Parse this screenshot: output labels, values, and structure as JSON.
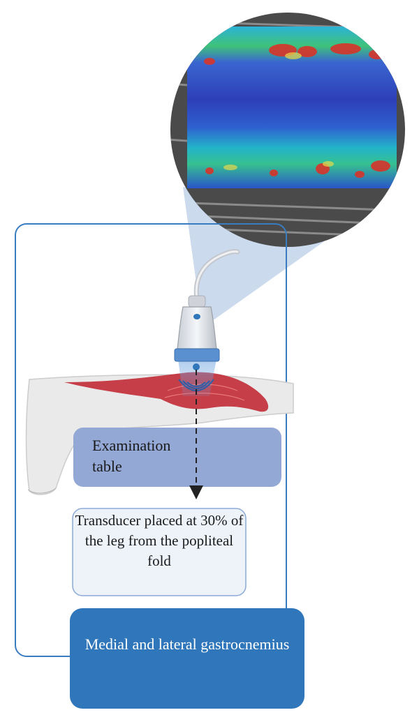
{
  "labels": {
    "examination_table": "Examination table",
    "transducer_note": "Transducer placed at 30% of the leg from the popliteal fold",
    "muscle_label": "Medial and lateral gastrocnemius"
  },
  "colors": {
    "frame_blue": "#3a7cc0",
    "table_fill": "#93a8d4",
    "note_fill": "#eef3fa",
    "note_border": "#8aaad6",
    "muscle_box": "#2f76bb",
    "muscle_red": "#c0202a",
    "leg_gray": "#e6e6e6"
  },
  "icons": [
    "ultrasound-transducer-icon",
    "leg-illustration",
    "elastography-image",
    "arrow-down-icon"
  ]
}
